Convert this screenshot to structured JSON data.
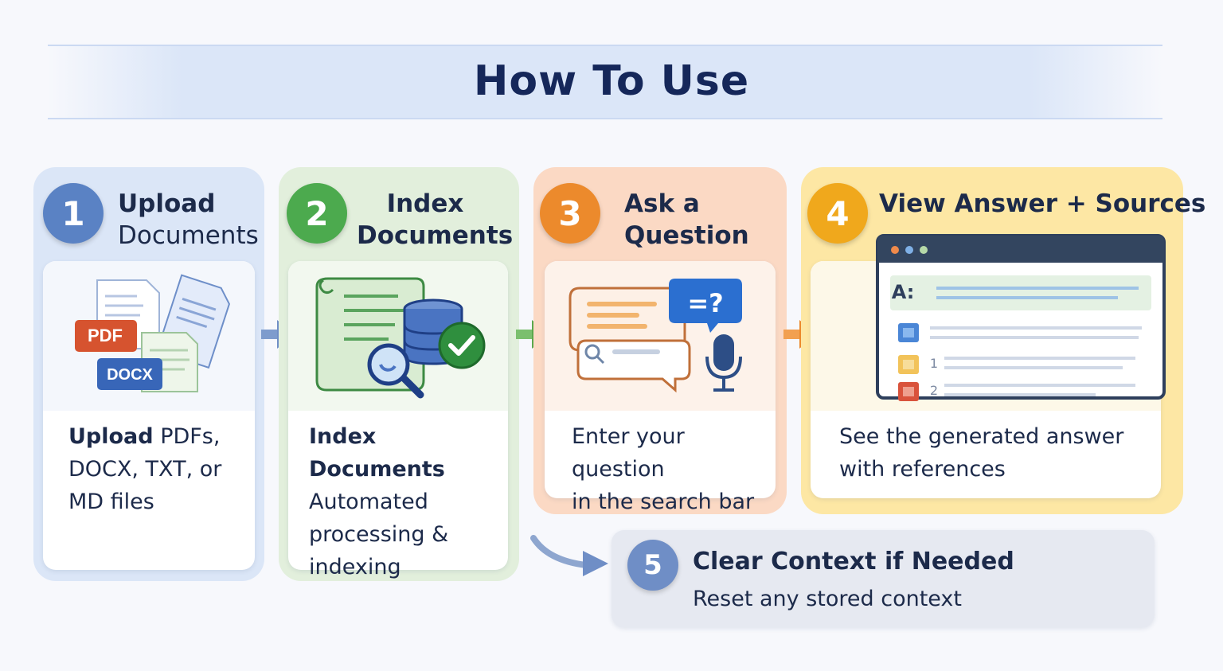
{
  "title": "How To Use",
  "colors": {
    "step1": "#5a82c4",
    "step2": "#4caa4e",
    "step3": "#ec8a2c",
    "step4": "#f0a81c",
    "step5": "#6f8ec6"
  },
  "steps": [
    {
      "number": "1",
      "heading_line1": "Upload",
      "heading_line2": "Documents",
      "desc_bold": "Upload",
      "desc_rest": "PDFs, DOCX, TXT, or MD files",
      "icon_labels": {
        "pdf": "PDF",
        "docx": "DOCX"
      }
    },
    {
      "number": "2",
      "heading_line1": "Index",
      "heading_line2": "Documents",
      "desc_bold": "Index Documents",
      "desc_rest": "Automated processing & indexing"
    },
    {
      "number": "3",
      "heading_line1": "Ask a",
      "heading_line2": "Question",
      "desc_line1": "Enter your question",
      "desc_line2": "in the search bar",
      "icon_labels": {
        "bubble": "=?"
      }
    },
    {
      "number": "4",
      "heading": "View Answer + Sources",
      "desc_line1": "See the generated answer",
      "desc_line2": "with references",
      "icon_labels": {
        "answer": "A:",
        "ref1": "1",
        "ref2": "2"
      }
    },
    {
      "number": "5",
      "heading": "Clear Context if Needed",
      "desc": "Reset any stored context"
    }
  ]
}
